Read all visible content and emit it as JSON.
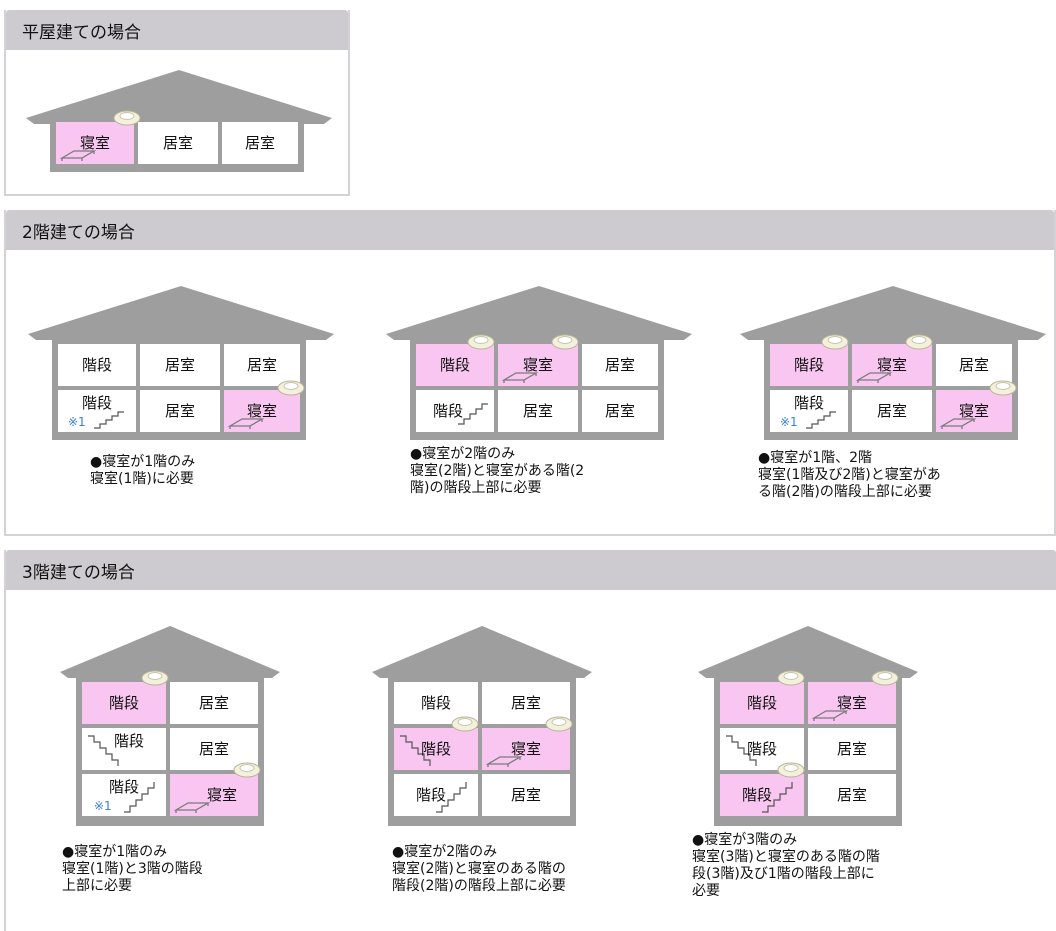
{
  "sections": {
    "single": {
      "title": "平屋建ての場合"
    },
    "two": {
      "title": "2階建ての場合"
    },
    "three": {
      "title": "3階建ての場合"
    }
  },
  "rooms": {
    "bedroom": "寝室",
    "living": "居室",
    "stairs": "階段"
  },
  "note_mark": "※1",
  "captions": {
    "two_a": {
      "heading": "●寝室が1階のみ",
      "lines": [
        "寝室(1階)に必要"
      ]
    },
    "two_b": {
      "heading": "●寝室が2階のみ",
      "lines": [
        "寝室(2階)と寝室がある階(2",
        "階)の階段上部に必要"
      ]
    },
    "two_c": {
      "heading": "●寝室が1階、2階",
      "lines": [
        "寝室(1階及び2階)と寝室があ",
        "る階(2階)の階段上部に必要"
      ]
    },
    "three_a": {
      "heading": "●寝室が1階のみ",
      "lines": [
        "寝室(1階)と3階の階段",
        "上部に必要"
      ]
    },
    "three_b": {
      "heading": "●寝室が2階のみ",
      "lines": [
        "寝室(2階)と寝室のある階の",
        "階段(2階)の階段上部に必要"
      ]
    },
    "three_c": {
      "heading": "●寝室が3階のみ",
      "lines": [
        "寝室(3階)と寝室のある階の階",
        "段(3階)及び1階の階段上部に",
        "必要"
      ]
    }
  },
  "colors": {
    "bedroom_fill": "#f8c6f0",
    "roof": "#9e9e9e",
    "header": "#cdcbcf",
    "note": "#3a7fd6"
  },
  "icons": [
    "smoke-detector-icon",
    "bed-icon",
    "stairs-icon"
  ]
}
